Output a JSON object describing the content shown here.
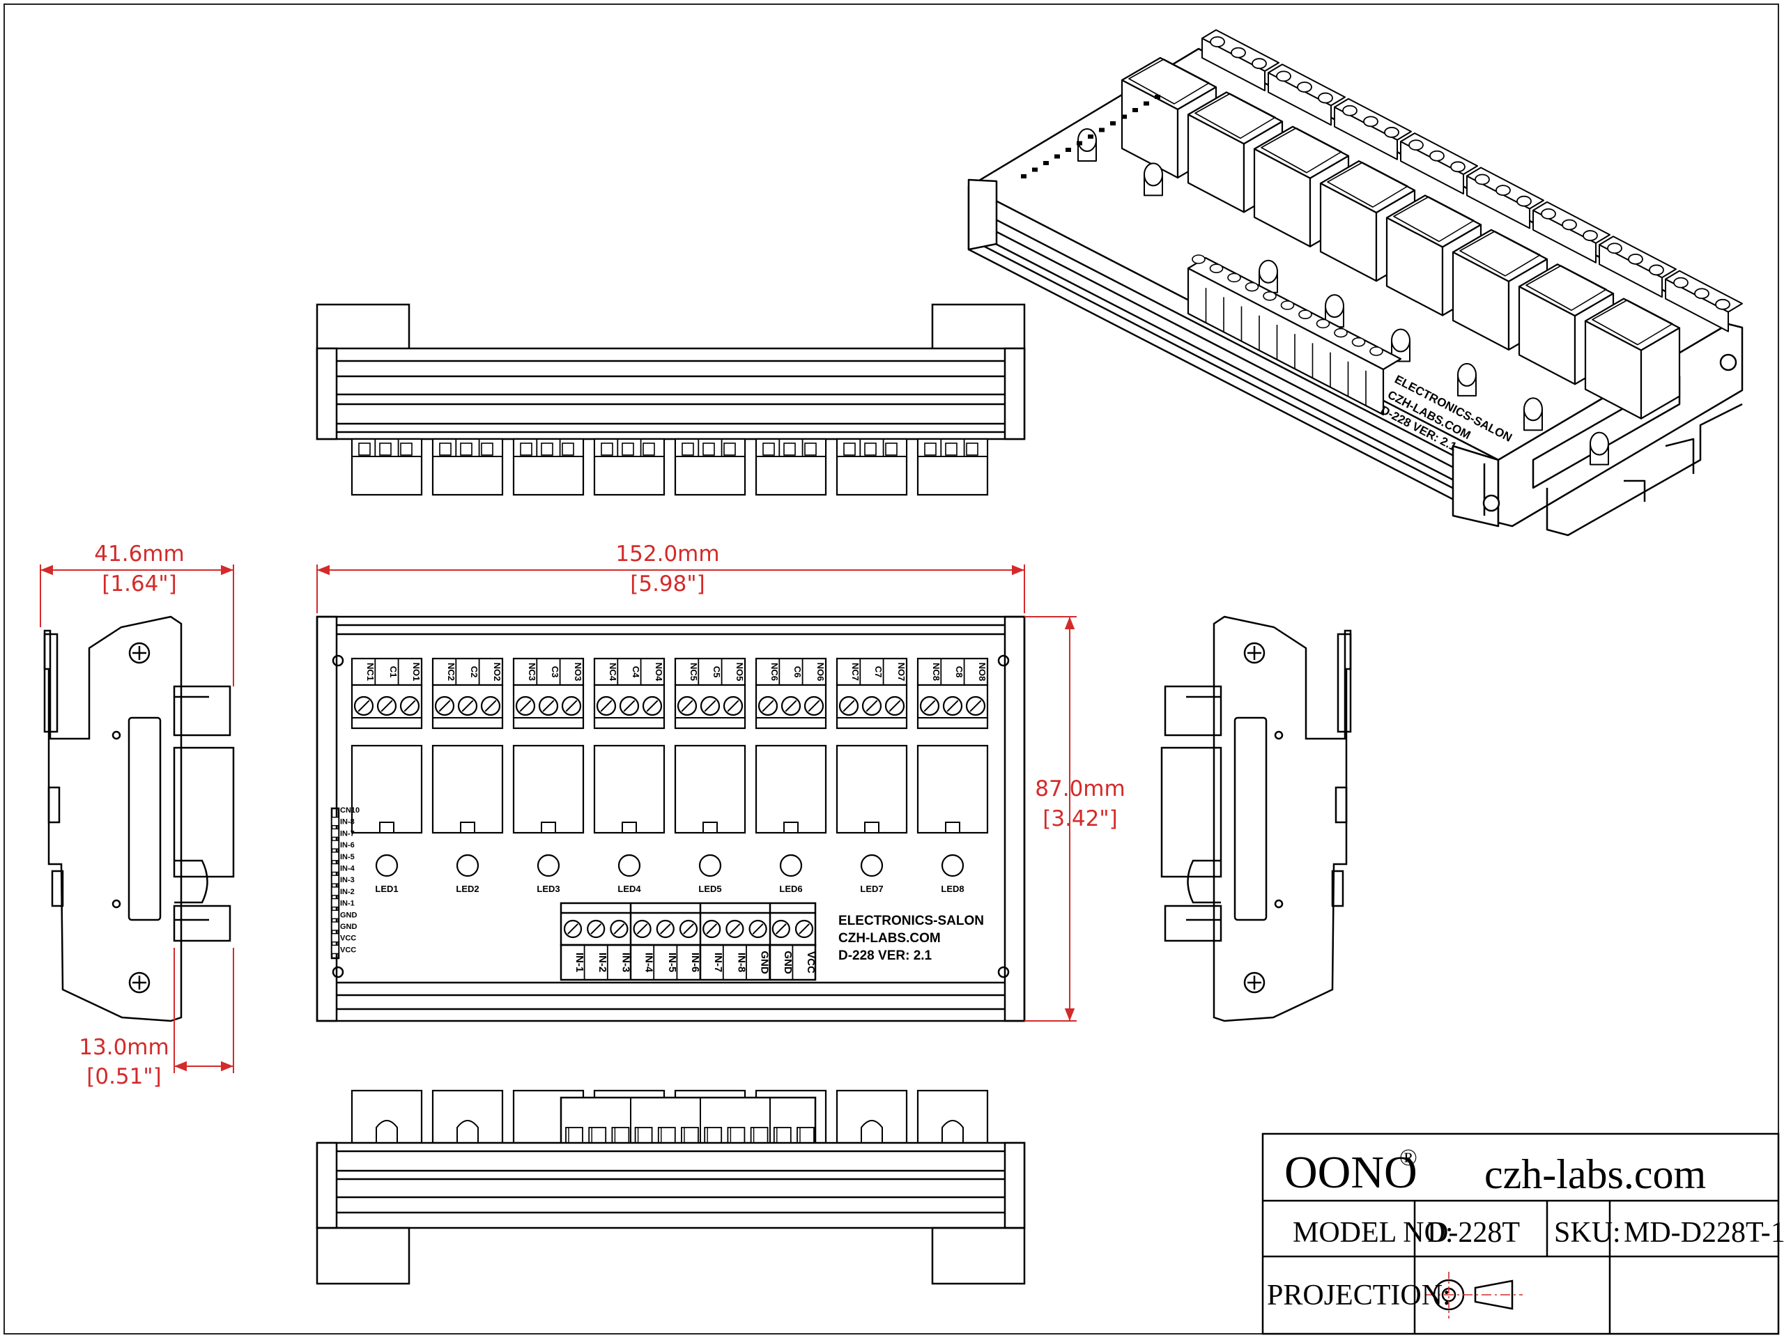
{
  "dimensions": {
    "width_left": {
      "mm": "41.6mm",
      "inch": "[1.64\"]"
    },
    "width_top": {
      "mm": "152.0mm",
      "inch": "[5.98\"]"
    },
    "height_right": {
      "mm": "87.0mm",
      "inch": "[3.42\"]"
    },
    "depth_bottom": {
      "mm": "13.0mm",
      "inch": "[0.51\"]"
    }
  },
  "board": {
    "output_labels": [
      "NC1",
      "C1",
      "NO1",
      "NC2",
      "C2",
      "NO2",
      "NC3",
      "C3",
      "NO3",
      "NC4",
      "C4",
      "NO4",
      "NC5",
      "C5",
      "NO5",
      "NC6",
      "C6",
      "NO6",
      "NC7",
      "C7",
      "NO7",
      "NC8",
      "C8",
      "NO8"
    ],
    "led_labels": [
      "LED1",
      "LED2",
      "LED3",
      "LED4",
      "LED5",
      "LED6",
      "LED7",
      "LED8"
    ],
    "input_labels": [
      "IN-1",
      "IN-2",
      "IN-3",
      "IN-4",
      "IN-5",
      "IN-6",
      "IN-7",
      "IN-8",
      "GND",
      "GND",
      "VCC"
    ],
    "header_labels": [
      "CN10",
      "IN-8",
      "IN-7",
      "IN-6",
      "IN-5",
      "IN-4",
      "IN-3",
      "IN-2",
      "IN-1",
      "GND",
      "GND",
      "VCC",
      "VCC"
    ],
    "silk_line1": "ELECTRONICS-SALON",
    "silk_line2": "CZH-LABS.COM",
    "silk_line3": "D-228  VER: 2.1"
  },
  "iso_silk": {
    "line1": "ELECTRONICS-SALON",
    "line2": "CZH-LABS.COM",
    "line3": "D-228  VER: 2.1"
  },
  "title_block": {
    "brand": "OONO",
    "brand_mark": "®",
    "website": "czh-labs.com",
    "model_label": "MODEL NO:",
    "model_value": "D-228T",
    "sku_label": "SKU:",
    "sku_value": "MD-D228T-1",
    "projection_label": "PROJECTION:"
  }
}
